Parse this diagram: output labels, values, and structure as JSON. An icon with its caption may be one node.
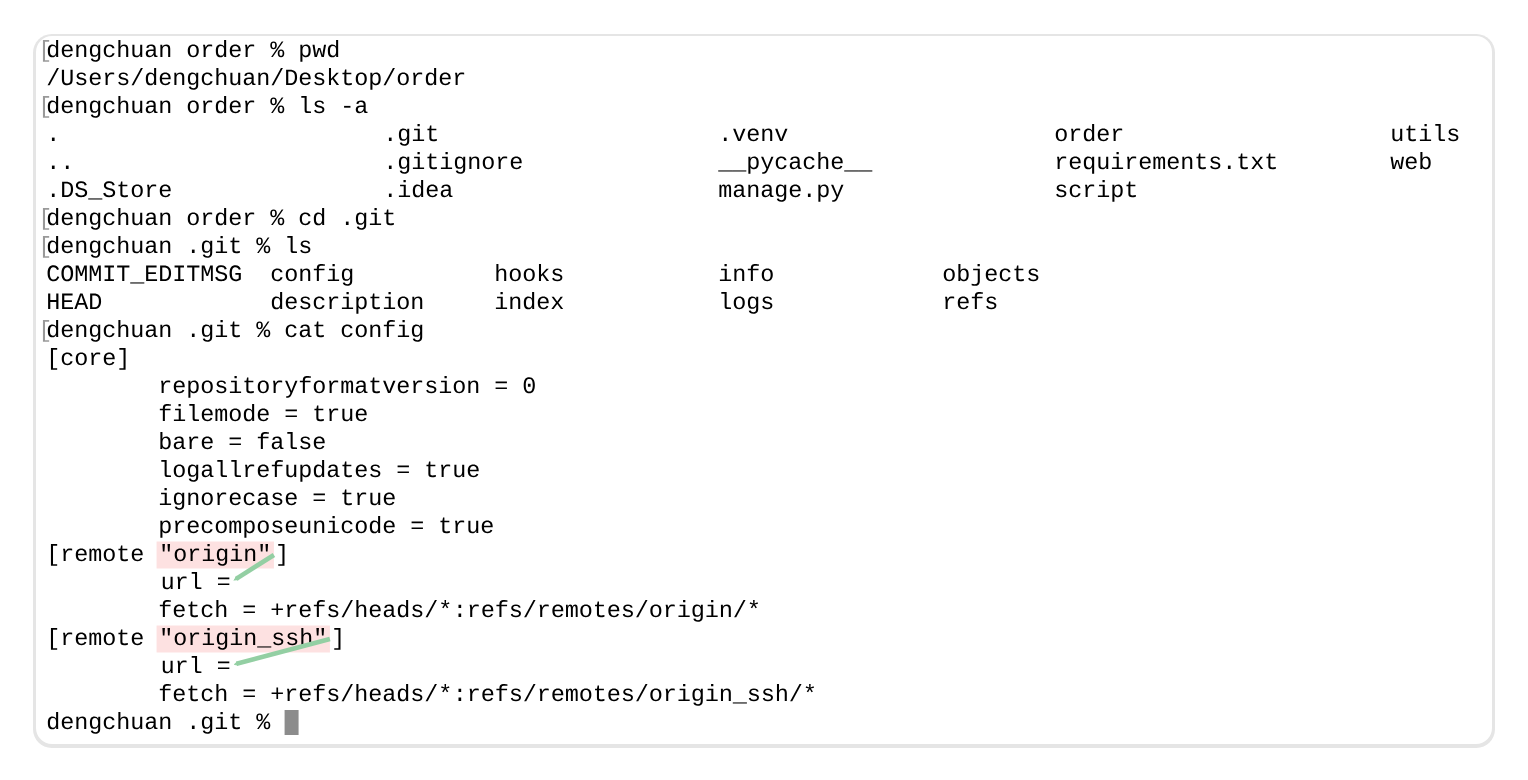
{
  "diagram": {
    "nodes": [
      {
        "text": [
          "\"origin\""
        ]
      },
      {
        "text": [
          "url ="
        ]
      },
      {
        "text": [
          "\"origin_ssh\""
        ]
      },
      {
        "text": [
          "url ="
        ]
      }
    ],
    "edges": [
      {
        "from": 0,
        "to": 1,
        "arrow": "to"
      },
      {
        "from": 2,
        "to": 3,
        "arrow": "to"
      }
    ],
    "labels": [
      "[",
      "dengchuan order % pwd",
      "/Users/dengchuan/Desktop/order",
      "[",
      "dengchuan order % ls -a",
      ".",
      ".git",
      ".venv",
      "order",
      "utils",
      "..",
      ".gitignore",
      "__pycache__",
      "requirements.txt",
      "web",
      ".DS_Store",
      ".idea",
      "manage.py",
      "script",
      "[",
      "dengchuan order % cd .git",
      "[",
      "dengchuan .git % ls",
      "COMMIT_EDITMSG",
      "config",
      "hooks",
      "info",
      "objects",
      "HEAD",
      "description",
      "index",
      "logs",
      "refs",
      "[",
      "dengchuan .git % cat config",
      "[core]",
      "repositoryformatversion = 0",
      "filemode = true",
      "bare = false",
      "logallrefupdates = true",
      "ignorecase = true",
      "precomposeunicode = true",
      "[remote",
      "]",
      "fetch = +refs/heads/*",
      ":refs/remotes/origin/*",
      "[remote",
      "]",
      "fetch = +refs/heads/*",
      ":refs/remotes/origin_ssh/*",
      "dengchuan .git %"
    ]
  }
}
